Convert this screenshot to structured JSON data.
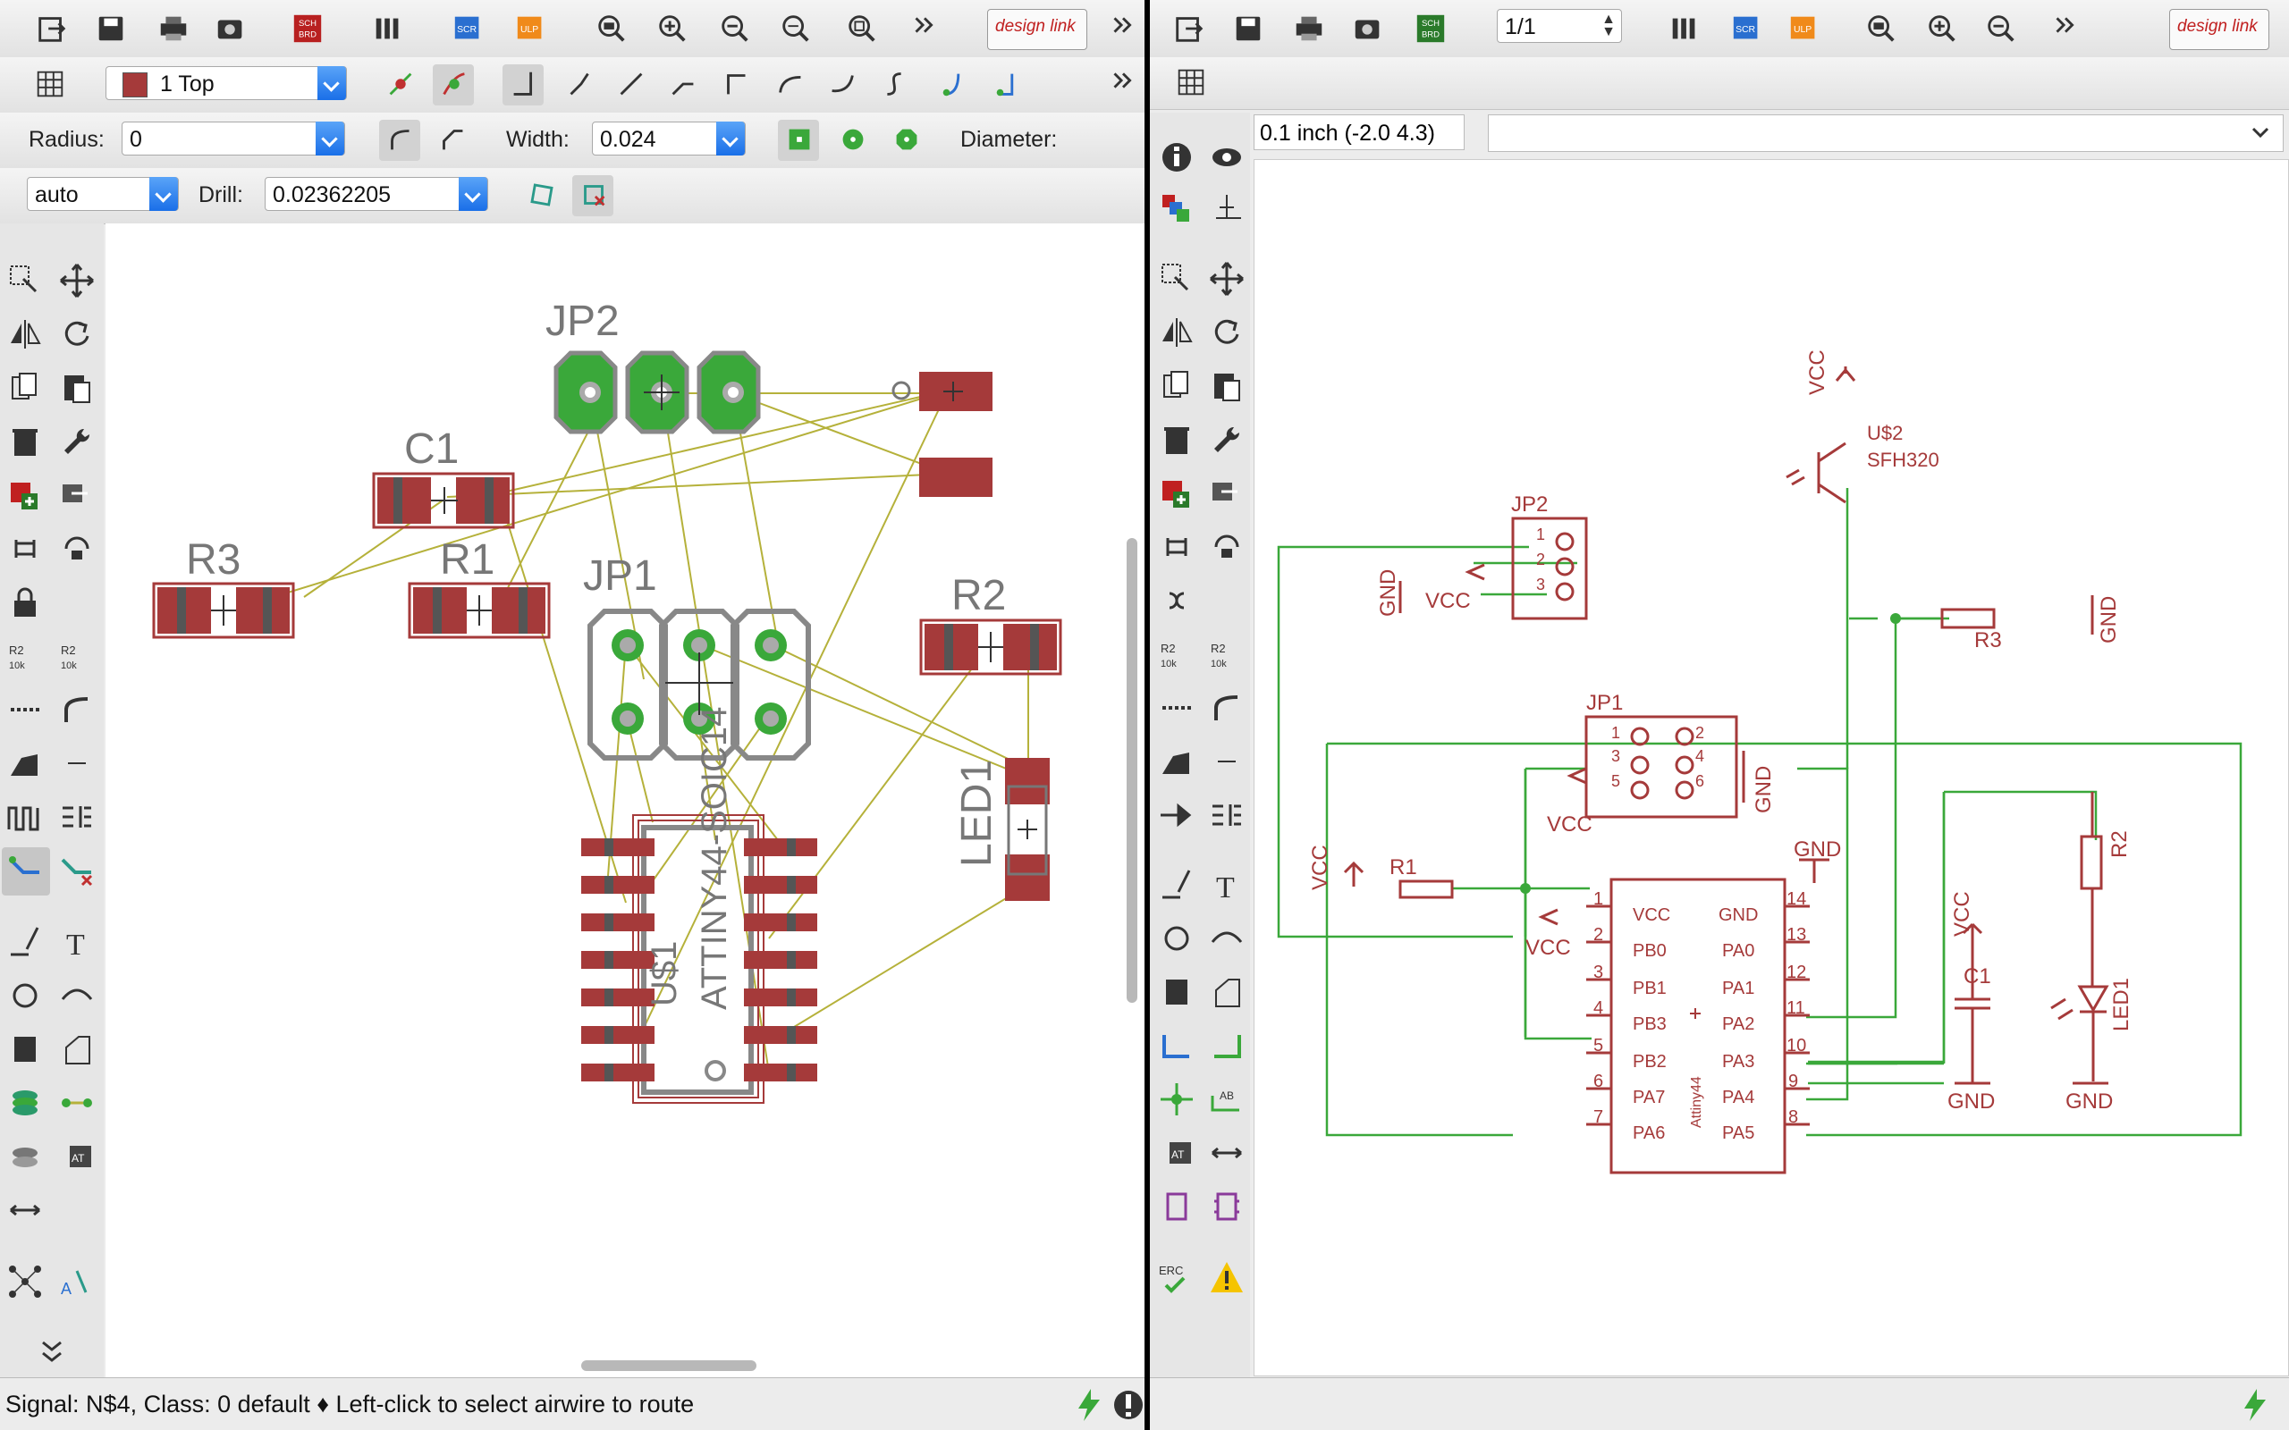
{
  "board_editor": {
    "layer_select": "1 Top",
    "radius_label": "Radius:",
    "radius_value": "0",
    "width_label": "Width:",
    "width_value": "0.024",
    "diameter_label": "Diameter:",
    "drill_label": "Drill:",
    "drill_value": "0.02362205",
    "via_shape_value": "auto",
    "status_text": "Signal: N$4, Class: 0 default  ♦ Left-click to select airwire to route",
    "design_link_label": "design link",
    "parts": {
      "jp2": "JP2",
      "c1": "C1",
      "r3": "R3",
      "r1": "R1",
      "jp1": "JP1",
      "r2": "R2",
      "led1": "LED1",
      "u1": "U$1",
      "u1_value": "ATTINY44-SOIC14"
    }
  },
  "schematic_editor": {
    "sheet_select": "1/1",
    "grid_info": "0.1 inch (-2.0 4.3)",
    "command_input": "",
    "design_link_label": "design link",
    "parts": {
      "jp2": "JP2",
      "jp1": "JP1",
      "r1": "R1",
      "r2": "R2",
      "r3": "R3",
      "c1": "C1",
      "led1": "LED1",
      "u2": "U$2",
      "u2_value": "SFH320",
      "attiny": "Attiny44"
    },
    "net_labels": {
      "vcc": "VCC",
      "gnd": "GND"
    },
    "jp_pins": [
      "1",
      "2",
      "3",
      "4",
      "5",
      "6"
    ],
    "attiny_left_pins": [
      {
        "num": "1",
        "name": "VCC"
      },
      {
        "num": "2",
        "name": "PB0"
      },
      {
        "num": "3",
        "name": "PB1"
      },
      {
        "num": "4",
        "name": "PB3"
      },
      {
        "num": "5",
        "name": "PB2"
      },
      {
        "num": "6",
        "name": "PA7"
      },
      {
        "num": "7",
        "name": "PA6"
      }
    ],
    "attiny_right_pins": [
      {
        "num": "14",
        "name": "GND"
      },
      {
        "num": "13",
        "name": "PA0"
      },
      {
        "num": "12",
        "name": "PA1"
      },
      {
        "num": "11",
        "name": "PA2"
      },
      {
        "num": "10",
        "name": "PA3"
      },
      {
        "num": "9",
        "name": "PA4"
      },
      {
        "num": "8",
        "name": "PA5"
      }
    ]
  },
  "colors": {
    "pcb_pad": "#a53a3a",
    "via_green": "#3aa83a",
    "airwire": "#b5b13a",
    "net_green": "#3aa83a",
    "symbol_red": "#a53a3a",
    "accent_blue": "#1a6fe8"
  }
}
